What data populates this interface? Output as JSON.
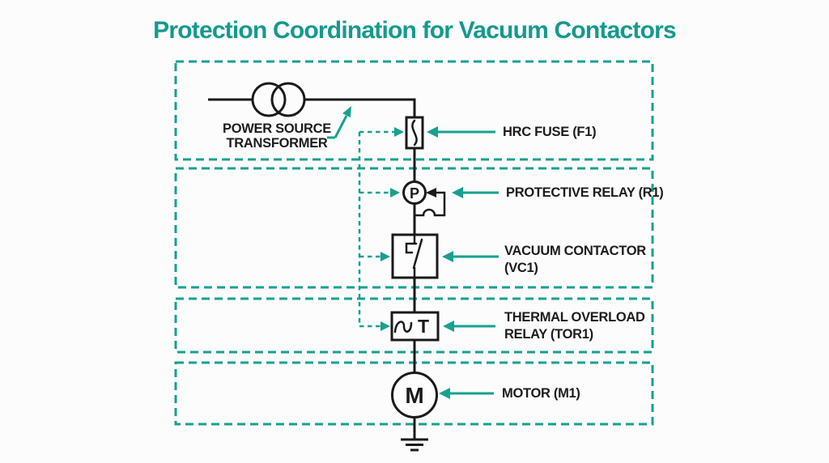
{
  "title": "Protection Coordination for Vacuum Contactors",
  "colors": {
    "accent": "#17a18f",
    "title_text": "#149a8c",
    "line": "#1a1a1a",
    "background": "#fcfcfc",
    "label_text": "#1c1c1c"
  },
  "symbols": {
    "relay_letter": "P",
    "tor_letter": "T",
    "motor_letter": "M"
  },
  "labels": {
    "transformer": {
      "line1": "POWER SOURCE",
      "line2": "TRANSFORMER"
    },
    "fuse": "HRC FUSE (F1)",
    "relay": "PROTECTIVE RELAY (R1)",
    "contactor": {
      "line1": "VACUUM CONTACTOR",
      "line2": "(VC1)"
    },
    "tor": {
      "line1": "THERMAL OVERLOAD",
      "line2": "RELAY (TOR1)"
    },
    "motor": "MOTOR (M1)"
  }
}
